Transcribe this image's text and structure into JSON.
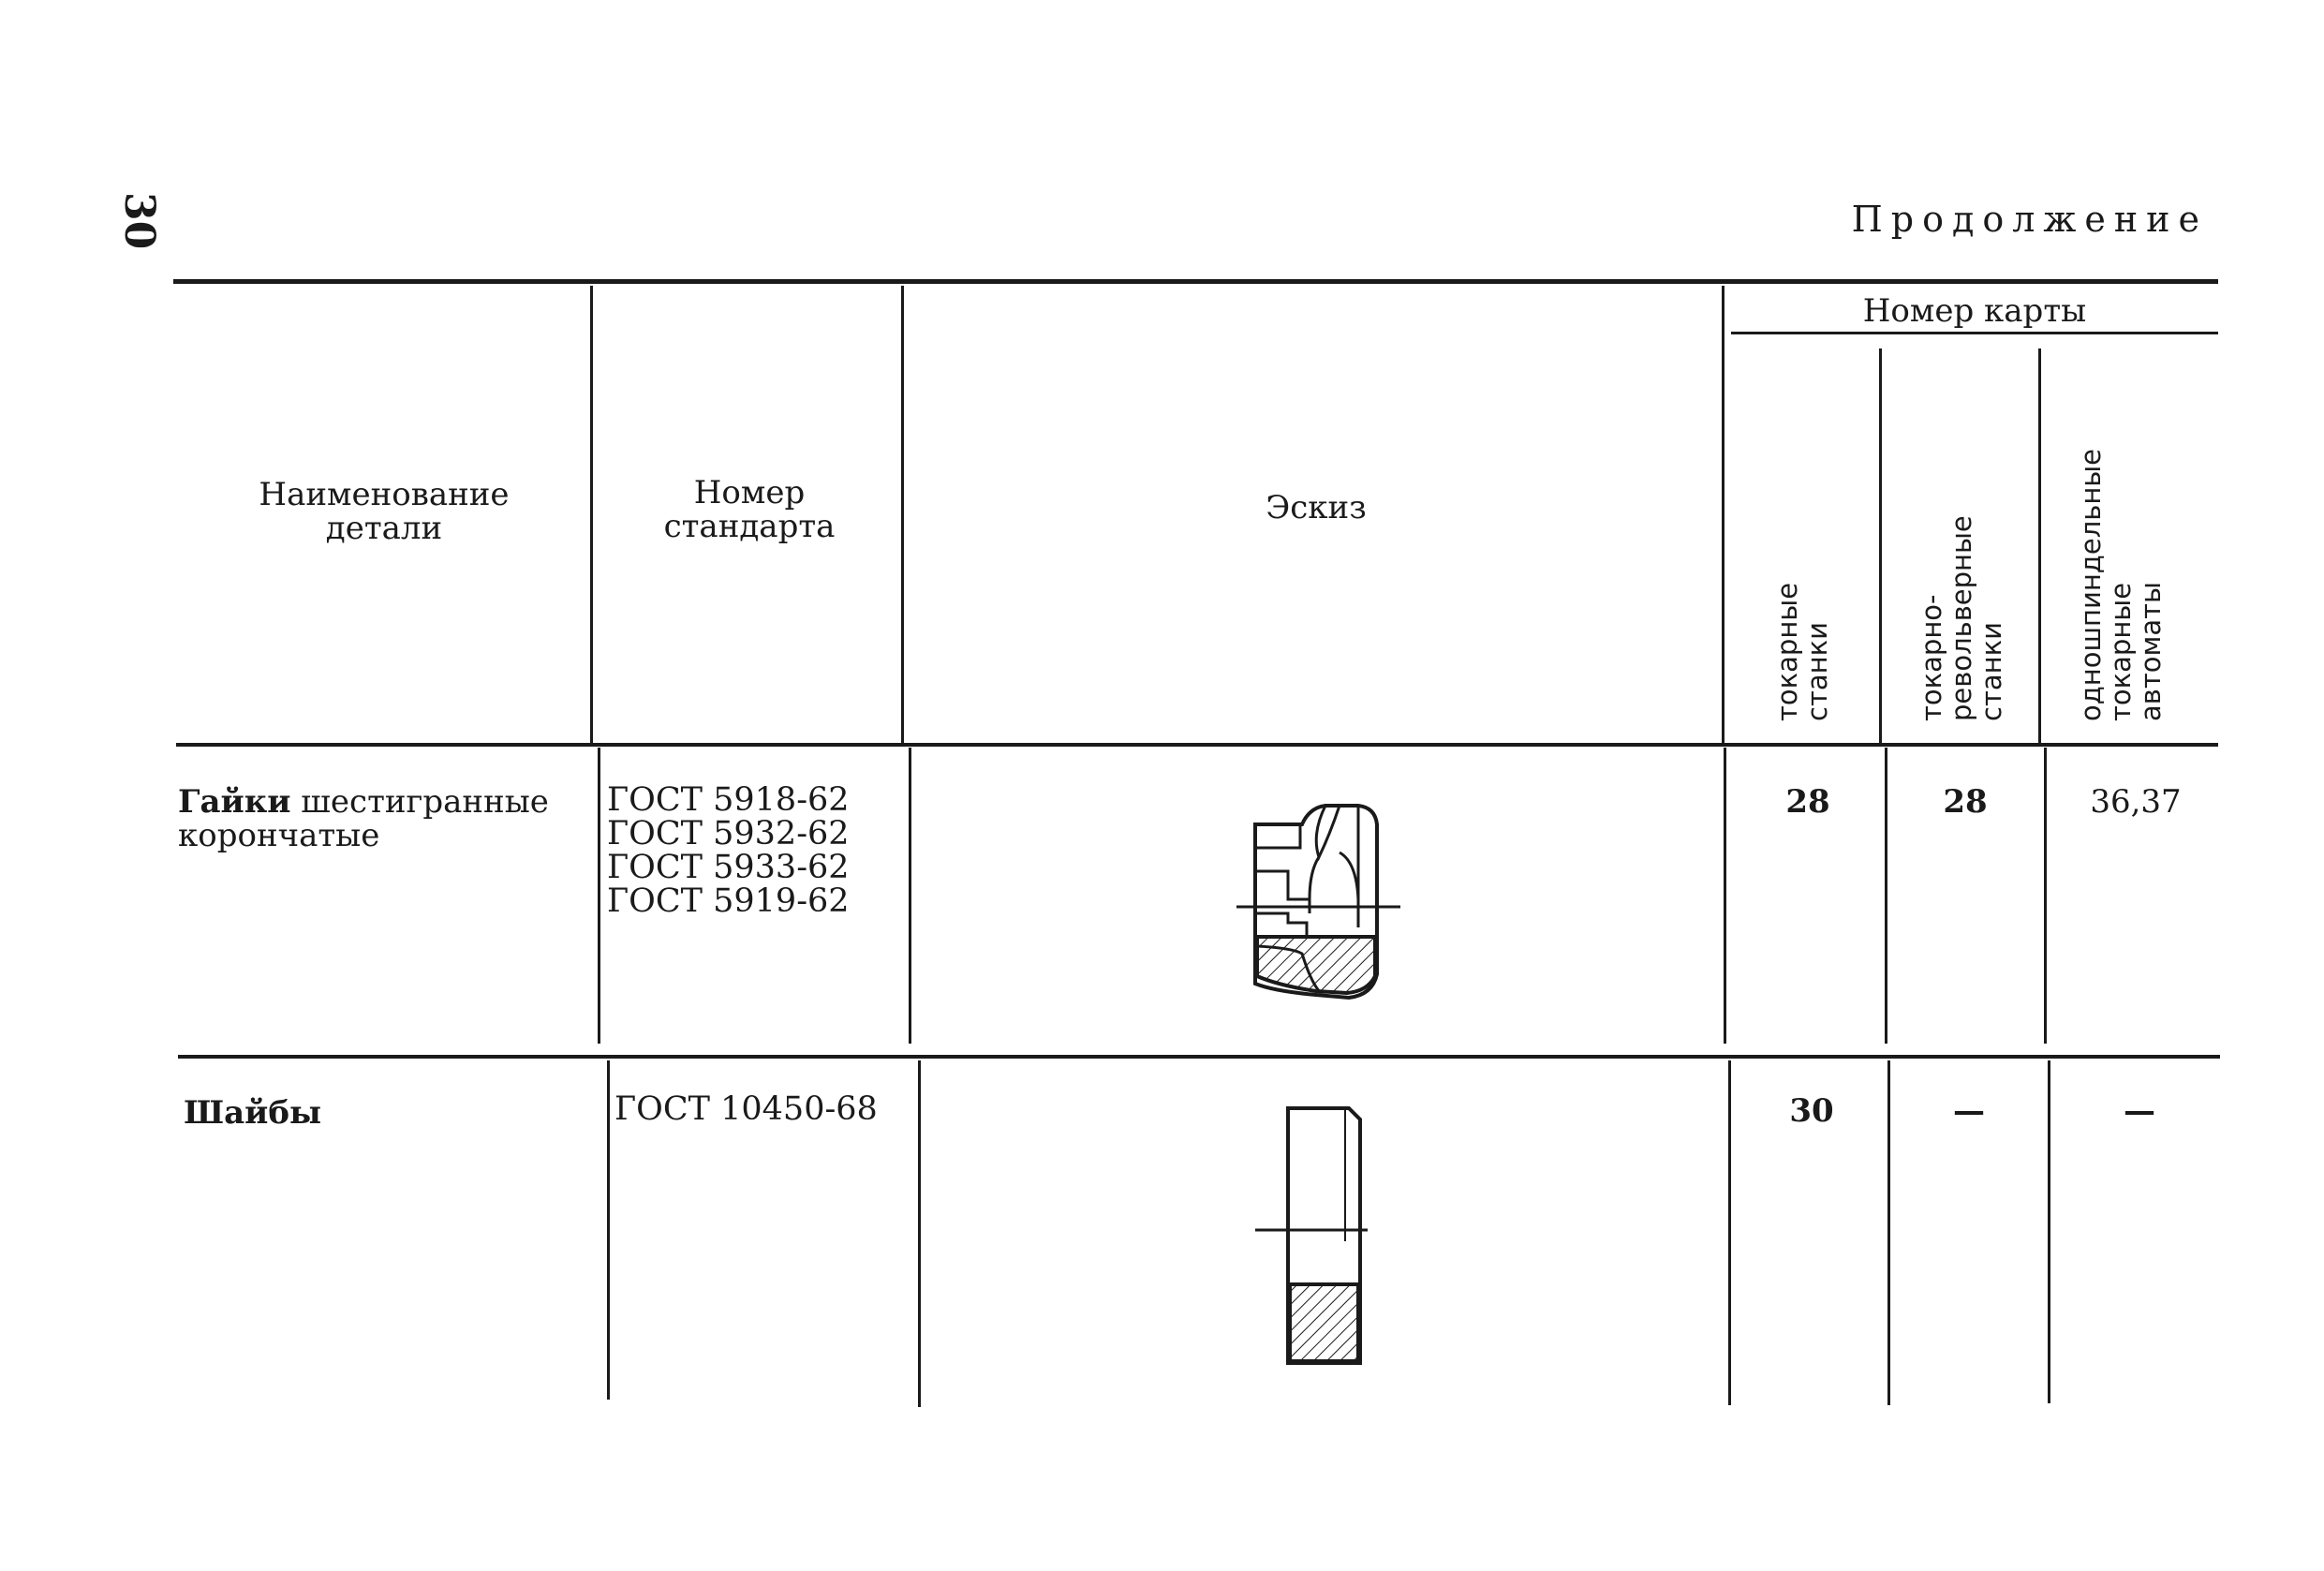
{
  "page": {
    "number": "30",
    "continuation": "Продолжение"
  },
  "table": {
    "headers": {
      "part_name": "Наименование\nдетали",
      "standard": "Номер\nстандарта",
      "sketch": "Эскиз",
      "card_group": "Номер карты",
      "card_cols": [
        "токарные\nстанки",
        "токарно-\nревольверные\nстанки",
        "одношпиндельные\nтокарные\nавтоматы"
      ]
    },
    "rows": [
      {
        "name_bold": "Гайки",
        "name_rest": " шестигранные\nкорончатые",
        "standards": "ГОСТ 5918-62\nГОСТ 5932-62\nГОСТ 5933-62\nГОСТ 5919-62",
        "sketch_icon": "castle-nut-sketch",
        "cards": [
          "28",
          "28",
          "36,37"
        ]
      },
      {
        "name_bold": "Шайбы",
        "name_rest": "",
        "standards": "ГОСТ 10450-68",
        "sketch_icon": "washer-sketch",
        "cards": [
          "30",
          "—",
          "—"
        ]
      }
    ]
  }
}
